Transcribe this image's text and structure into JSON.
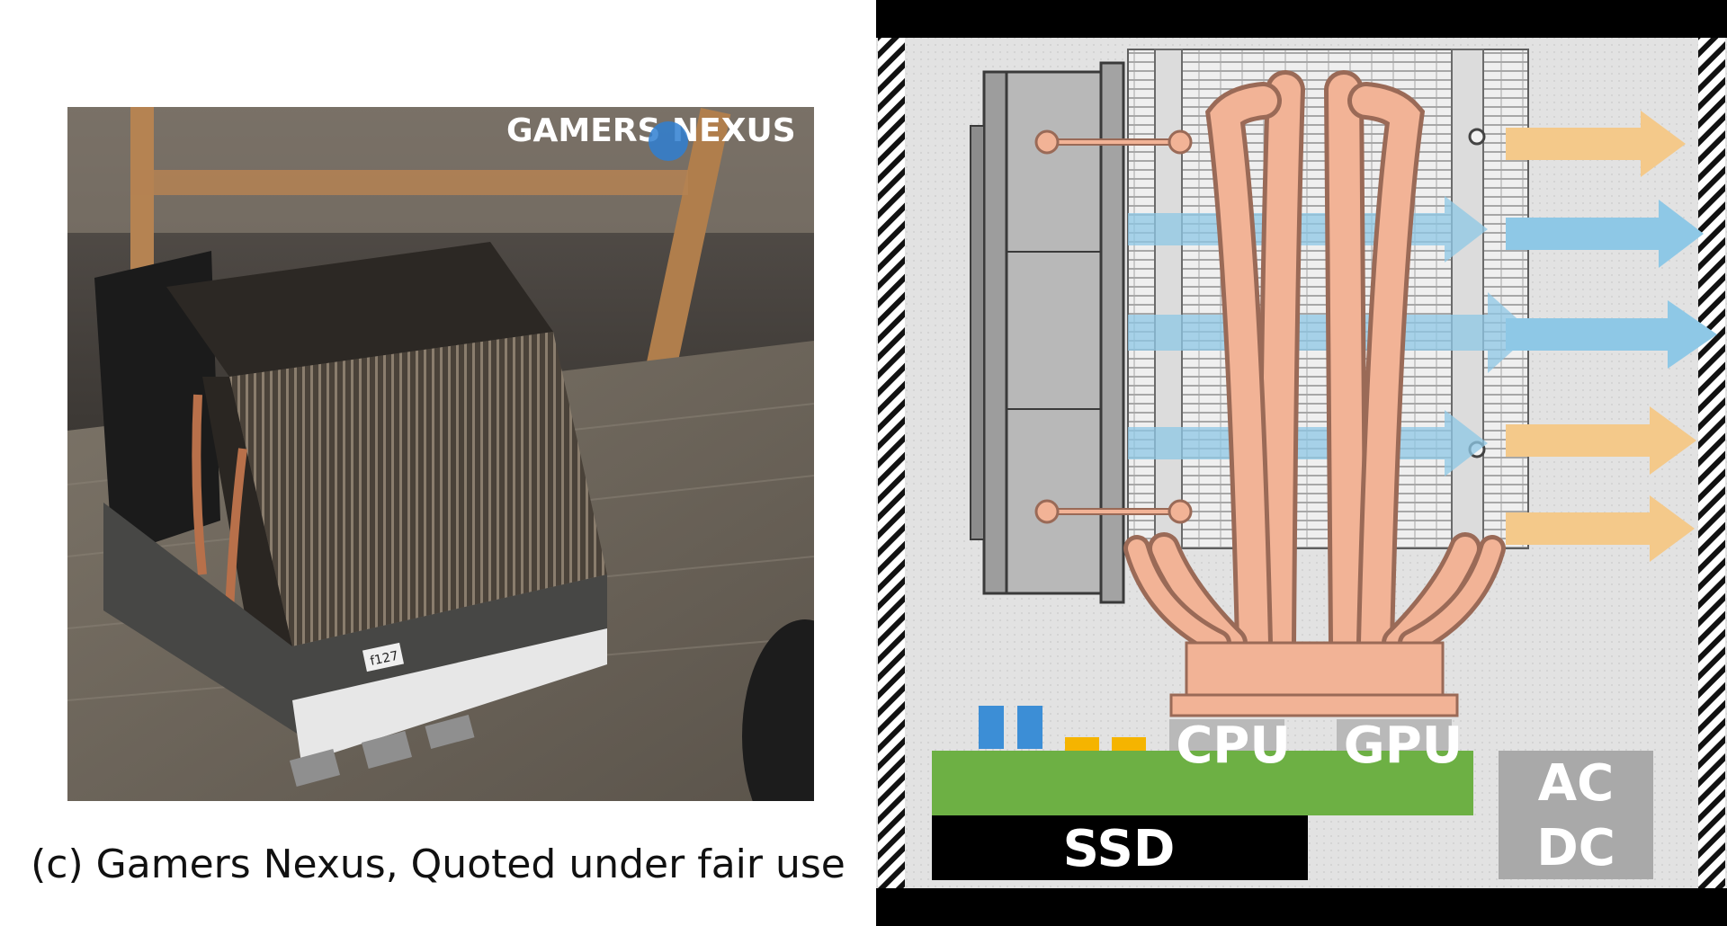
{
  "photo": {
    "watermark": "GAMERS NEXUS",
    "device_label": "f127"
  },
  "caption": "(c) Gamers Nexus, Quoted under fair use",
  "diagram": {
    "labels": {
      "cpu": "CPU",
      "gpu": "GPU",
      "ssd": "SSD",
      "acdc_line1": "AC",
      "acdc_line2": "DC"
    },
    "colors": {
      "board": "#6db044",
      "copper": "#f2b396",
      "copper_outline": "#9a6a57",
      "cool_air": "#8ec8e6",
      "warm_air": "#f4c98a",
      "chip_gray": "#b9b9b9",
      "psu_gray": "#a9a9a9",
      "component_blue": "#3c8ed6",
      "component_yellow": "#f5b400"
    }
  }
}
